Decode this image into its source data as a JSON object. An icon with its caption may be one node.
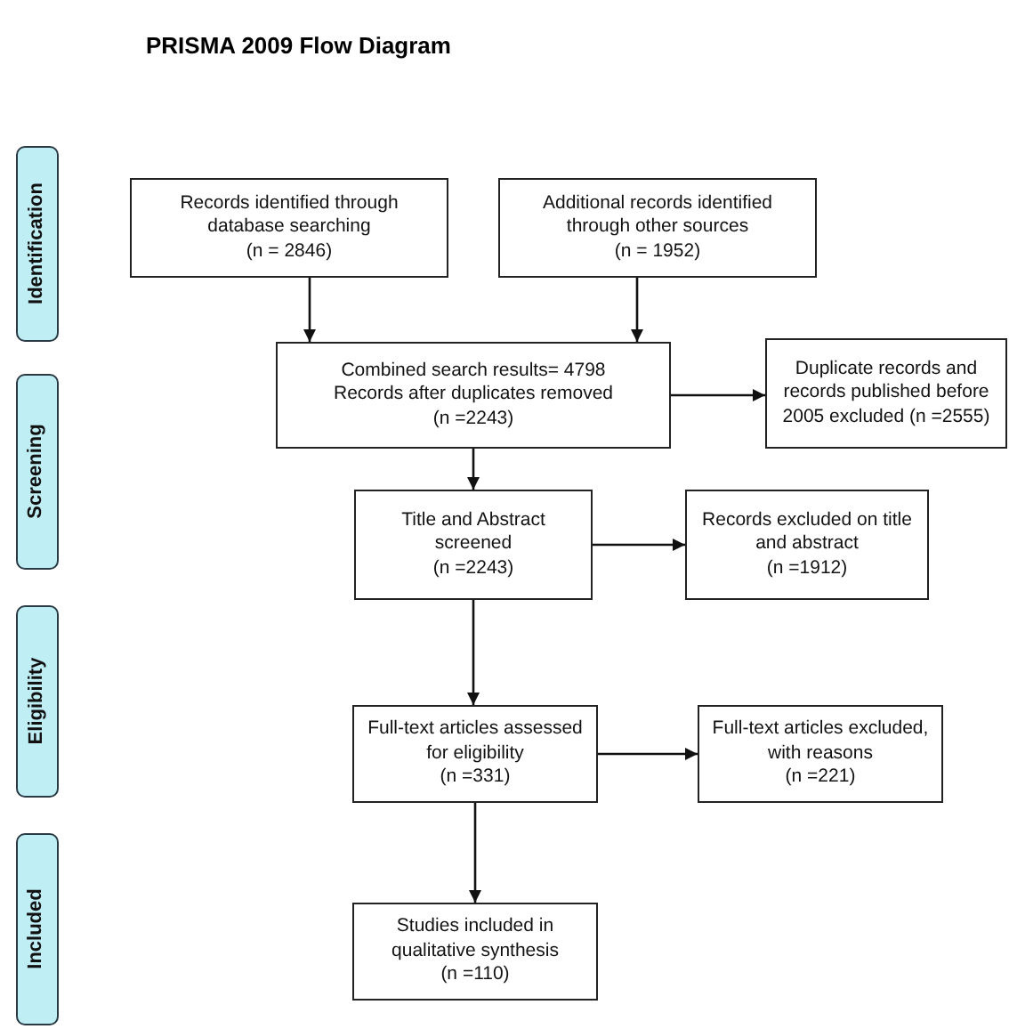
{
  "diagram": {
    "title": "PRISMA 2009 Flow Diagram",
    "nodes": [
      {
        "text": [
          "Identification"
        ]
      },
      {
        "text": [
          "Screening"
        ]
      },
      {
        "text": [
          "Eligibility"
        ]
      },
      {
        "text": [
          "Included"
        ]
      },
      {
        "text": [
          "Records identified through database searching",
          "(n = 2846)"
        ]
      },
      {
        "text": [
          "Additional records identified through other sources",
          "(n = 1952)"
        ]
      },
      {
        "text": [
          "Combined search results= 4798",
          "Records after duplicates removed",
          "(n =2243)"
        ]
      },
      {
        "text": [
          "Duplicate records and records published before 2005 excluded (n =2555)"
        ]
      },
      {
        "text": [
          "Title and Abstract screened",
          "(n =2243)"
        ]
      },
      {
        "text": [
          "Records excluded on title and abstract",
          "(n =1912)"
        ]
      },
      {
        "text": [
          "Full-text articles assessed for eligibility",
          "(n =331)"
        ]
      },
      {
        "text": [
          "Full-text articles excluded, with reasons",
          "(n =221)"
        ]
      },
      {
        "text": [
          "Studies included in qualitative synthesis",
          "(n =110)"
        ]
      }
    ],
    "edges": [
      {
        "from": 4,
        "to": 6,
        "arrow": "to"
      },
      {
        "from": 5,
        "to": 6,
        "arrow": "to"
      },
      {
        "from": 6,
        "to": 7,
        "arrow": "to"
      },
      {
        "from": 6,
        "to": 8,
        "arrow": "to"
      },
      {
        "from": 8,
        "to": 9,
        "arrow": "to"
      },
      {
        "from": 8,
        "to": 10,
        "arrow": "to"
      },
      {
        "from": 10,
        "to": 11,
        "arrow": "to"
      },
      {
        "from": 10,
        "to": 12,
        "arrow": "to"
      }
    ]
  }
}
